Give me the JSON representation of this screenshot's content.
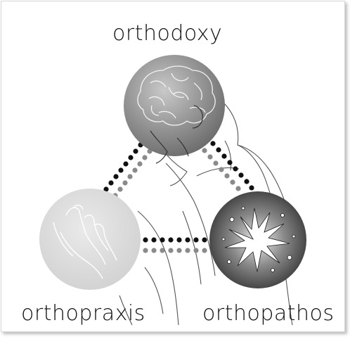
{
  "diagram": {
    "labels": {
      "top": "orthodoxy",
      "left": "orthopraxis",
      "right": "orthopathos"
    },
    "colors": {
      "dot_dark": "#111111",
      "dot_light": "#8a8a8a",
      "line_art": "#444444"
    },
    "icons": [
      "brain-icon",
      "praying-hands-icon",
      "heart-burst-icon",
      "kneeling-figure-illustration"
    ]
  }
}
